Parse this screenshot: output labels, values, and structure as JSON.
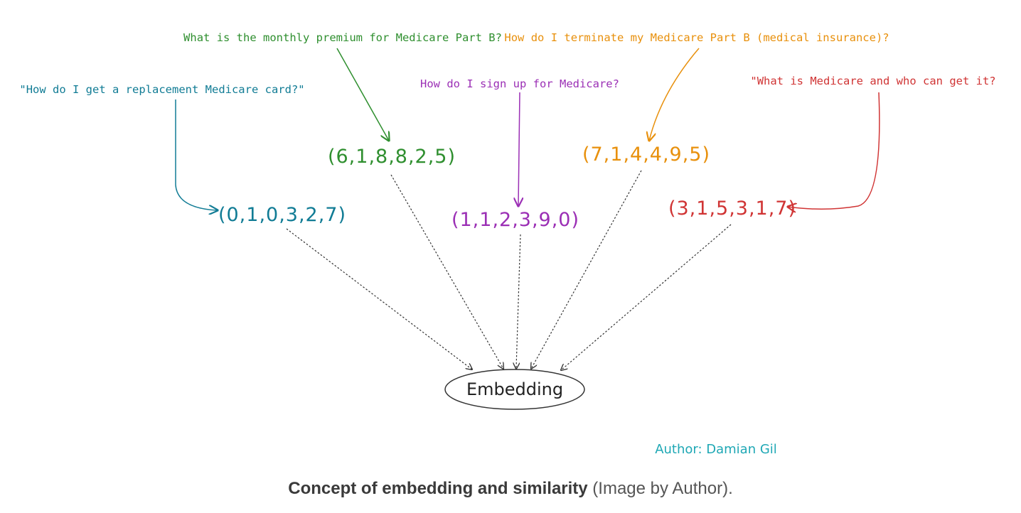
{
  "colors": {
    "teal": "#117c95",
    "green": "#2f8f2f",
    "purple": "#9b2fb5",
    "orange": "#e8900c",
    "red": "#d03434",
    "ink": "#222222",
    "author": "#1fa8b5"
  },
  "nodes": [
    {
      "id": "teal",
      "question": "\"How do I get a replacement Medicare card?\"",
      "vector": "(0,1,0,3,2,7)"
    },
    {
      "id": "green",
      "question": "What is the monthly premium for Medicare Part B?",
      "vector": "(6,1,8,8,2,5)"
    },
    {
      "id": "purple",
      "question": "How do I sign up for Medicare?",
      "vector": "(1,1,2,3,9,0)"
    },
    {
      "id": "orange",
      "question": "How do I terminate my Medicare Part B (medical insurance)?",
      "vector": "(7,1,4,4,9,5)"
    },
    {
      "id": "red",
      "question": "\"What is Medicare and who can get it?",
      "vector": "(3,1,5,3,1,7)"
    }
  ],
  "target": {
    "label": "Embedding"
  },
  "author": "Author: Damian Gil",
  "caption": {
    "bold": "Concept of embedding and similarity",
    "rest": " (Image by Author)."
  }
}
